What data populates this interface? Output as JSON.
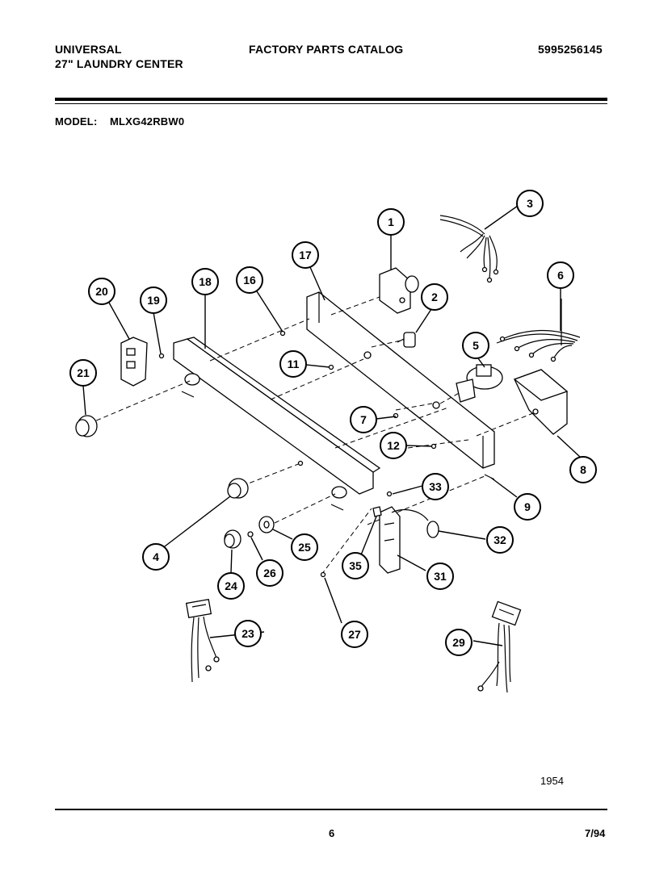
{
  "header": {
    "brand": "UNIVERSAL",
    "product": "27\" LAUNDRY CENTER",
    "catalog_title": "FACTORY PARTS CATALOG",
    "catalog_number": "5995256145",
    "model_label": "MODEL:",
    "model_number": "MLXG42RBW0"
  },
  "diagram": {
    "drawing_number": "1954",
    "callouts": {
      "c1": "1",
      "c2": "2",
      "c3": "3",
      "c4": "4",
      "c5": "5",
      "c6": "6",
      "c7": "7",
      "c8": "8",
      "c9": "9",
      "c11": "11",
      "c12": "12",
      "c16": "16",
      "c17": "17",
      "c18": "18",
      "c19": "19",
      "c20": "20",
      "c21": "21",
      "c23": "23",
      "c24": "24",
      "c25": "25",
      "c26": "26",
      "c27": "27",
      "c29": "29",
      "c31": "31",
      "c32": "32",
      "c33": "33",
      "c35": "35"
    }
  },
  "footer": {
    "page_number": "6",
    "date": "7/94"
  }
}
